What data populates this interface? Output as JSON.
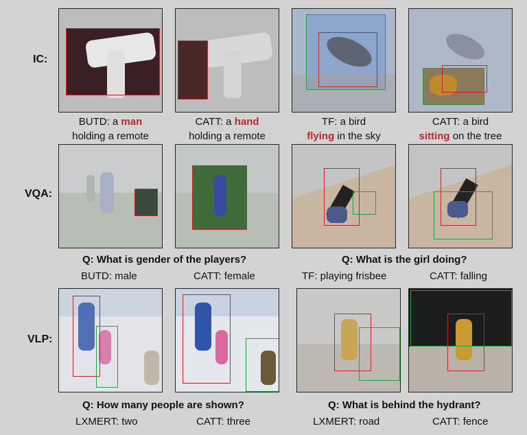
{
  "rows": {
    "ic": "IC:",
    "vqa": "VQA:",
    "vlp": "VLP:"
  },
  "ic": {
    "p1": {
      "prefix": "BUTD: a ",
      "word": "man",
      "rest": "holding a remote"
    },
    "p2": {
      "prefix": "CATT: a ",
      "word": "hand",
      "rest": "holding a remote"
    },
    "p3": {
      "prefix": "TF: a bird",
      "word": "flying",
      "rest": " in the sky"
    },
    "p4": {
      "prefix": "CATT: a bird",
      "word": "sitting",
      "rest": " on the tree"
    }
  },
  "vqa": {
    "q1": "Q: What is gender of the players?",
    "a1a": "BUTD: male",
    "a1b": "CATT: female",
    "q2": "Q: What is the girl doing?",
    "a2a": "TF: playing frisbee",
    "a2b": "CATT: falling"
  },
  "vlp": {
    "q1": "Q: How many people are shown?",
    "a1a": "LXMERT: two",
    "a1b": "CATT: three",
    "q2": "Q: What is behind the hydrant?",
    "a2a": "LXMERT: road",
    "a2b": "CATT: fence"
  },
  "colors": {
    "highlight": "#c0272d",
    "green_box": "#2a9a4a",
    "red_box": "#c0272d"
  }
}
